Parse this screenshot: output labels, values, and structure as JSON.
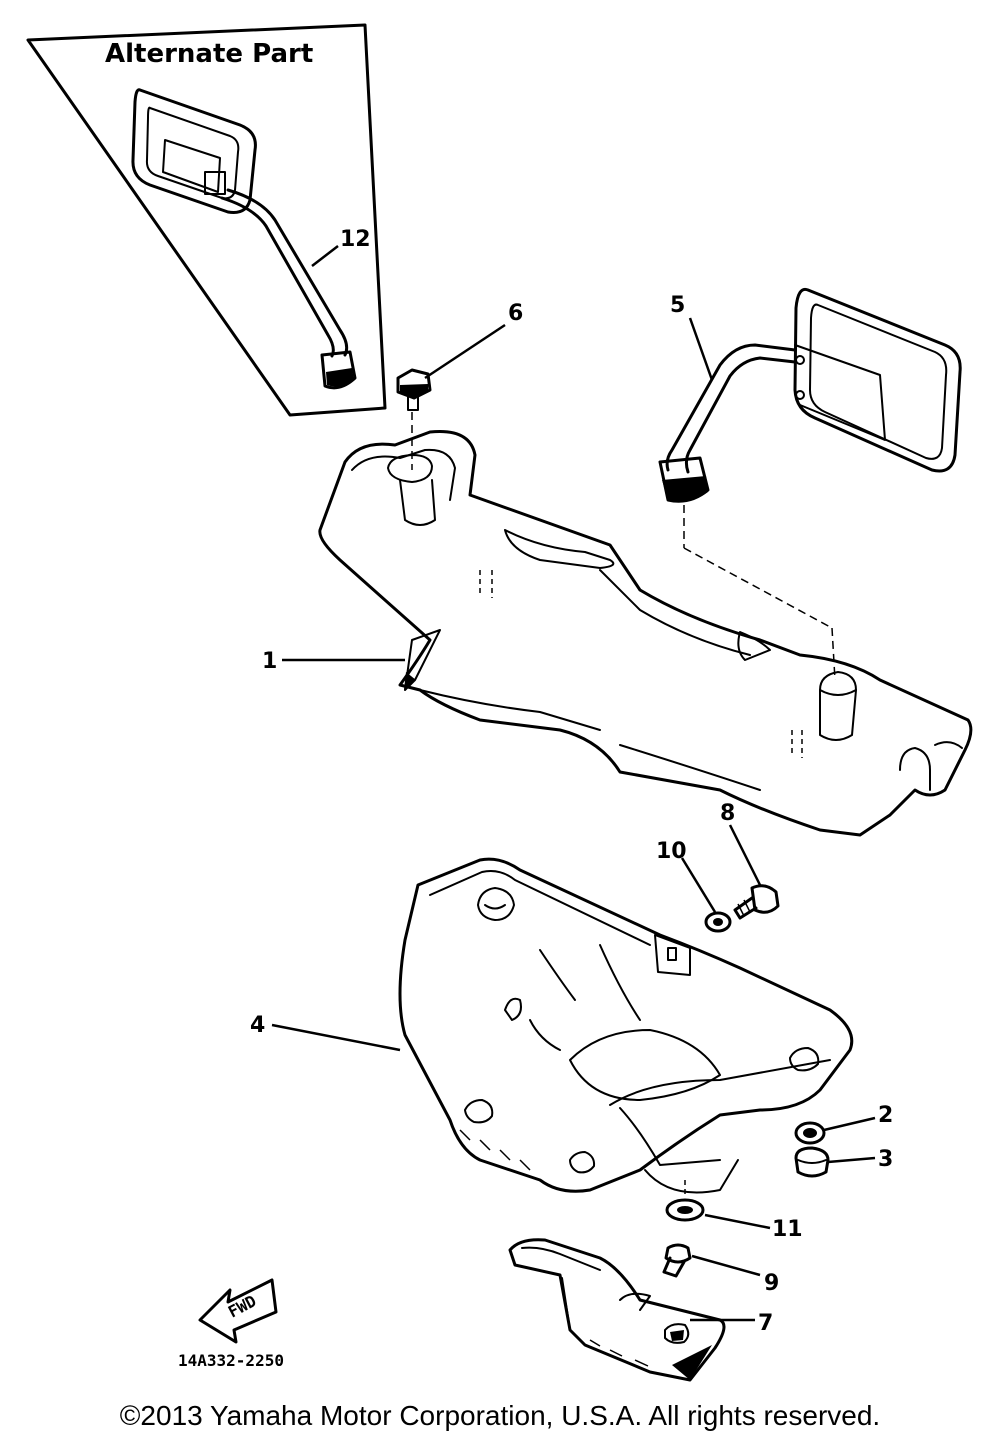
{
  "inset": {
    "title": "Alternate Part"
  },
  "callouts": {
    "c1": "1",
    "c2": "2",
    "c3": "3",
    "c4": "4",
    "c5": "5",
    "c6": "6",
    "c7": "7",
    "c8": "8",
    "c9": "9",
    "c10": "10",
    "c11": "11",
    "c12": "12"
  },
  "fwd_label": "FWD",
  "drawing_code": "14A332-2250",
  "copyright": "©2013 Yamaha Motor Corporation, U.S.A. All rights reserved."
}
